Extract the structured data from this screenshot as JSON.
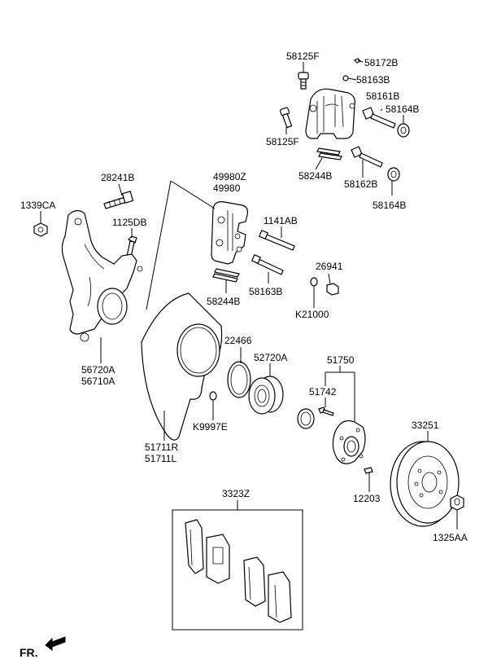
{
  "labels": {
    "p58125F_top": "58125F",
    "p58172B": "58172B",
    "p58163B_top": "58163B",
    "p58161B": "58161B",
    "p58164B_top": "58164B",
    "p58125F_bot": "58125F",
    "p58244B_top": "58244B",
    "p58162B": "58162B",
    "p58164B_bot": "58164B",
    "p28241B": "28241B",
    "p49980Z": "49980Z",
    "p49980": "49980",
    "p1339CA": "1339CA",
    "p1125DB": "1125DB",
    "p1141AB": "1141AB",
    "p26941": "26941",
    "p58244B_mid": "58244B",
    "p58163B_mid": "58163B",
    "pK21000": "K21000",
    "p56720A": "56720A",
    "p56710A": "56710A",
    "p22466": "22466",
    "p52720A": "52720A",
    "p51750": "51750",
    "p51742": "51742",
    "pK9997E": "K9997E",
    "p51711R": "51711R",
    "p51711L": "51711L",
    "p33251": "33251",
    "p12203": "12203",
    "p1325AA": "1325AA",
    "p3323Z": "3323Z"
  },
  "orientation": {
    "text": "FR."
  }
}
